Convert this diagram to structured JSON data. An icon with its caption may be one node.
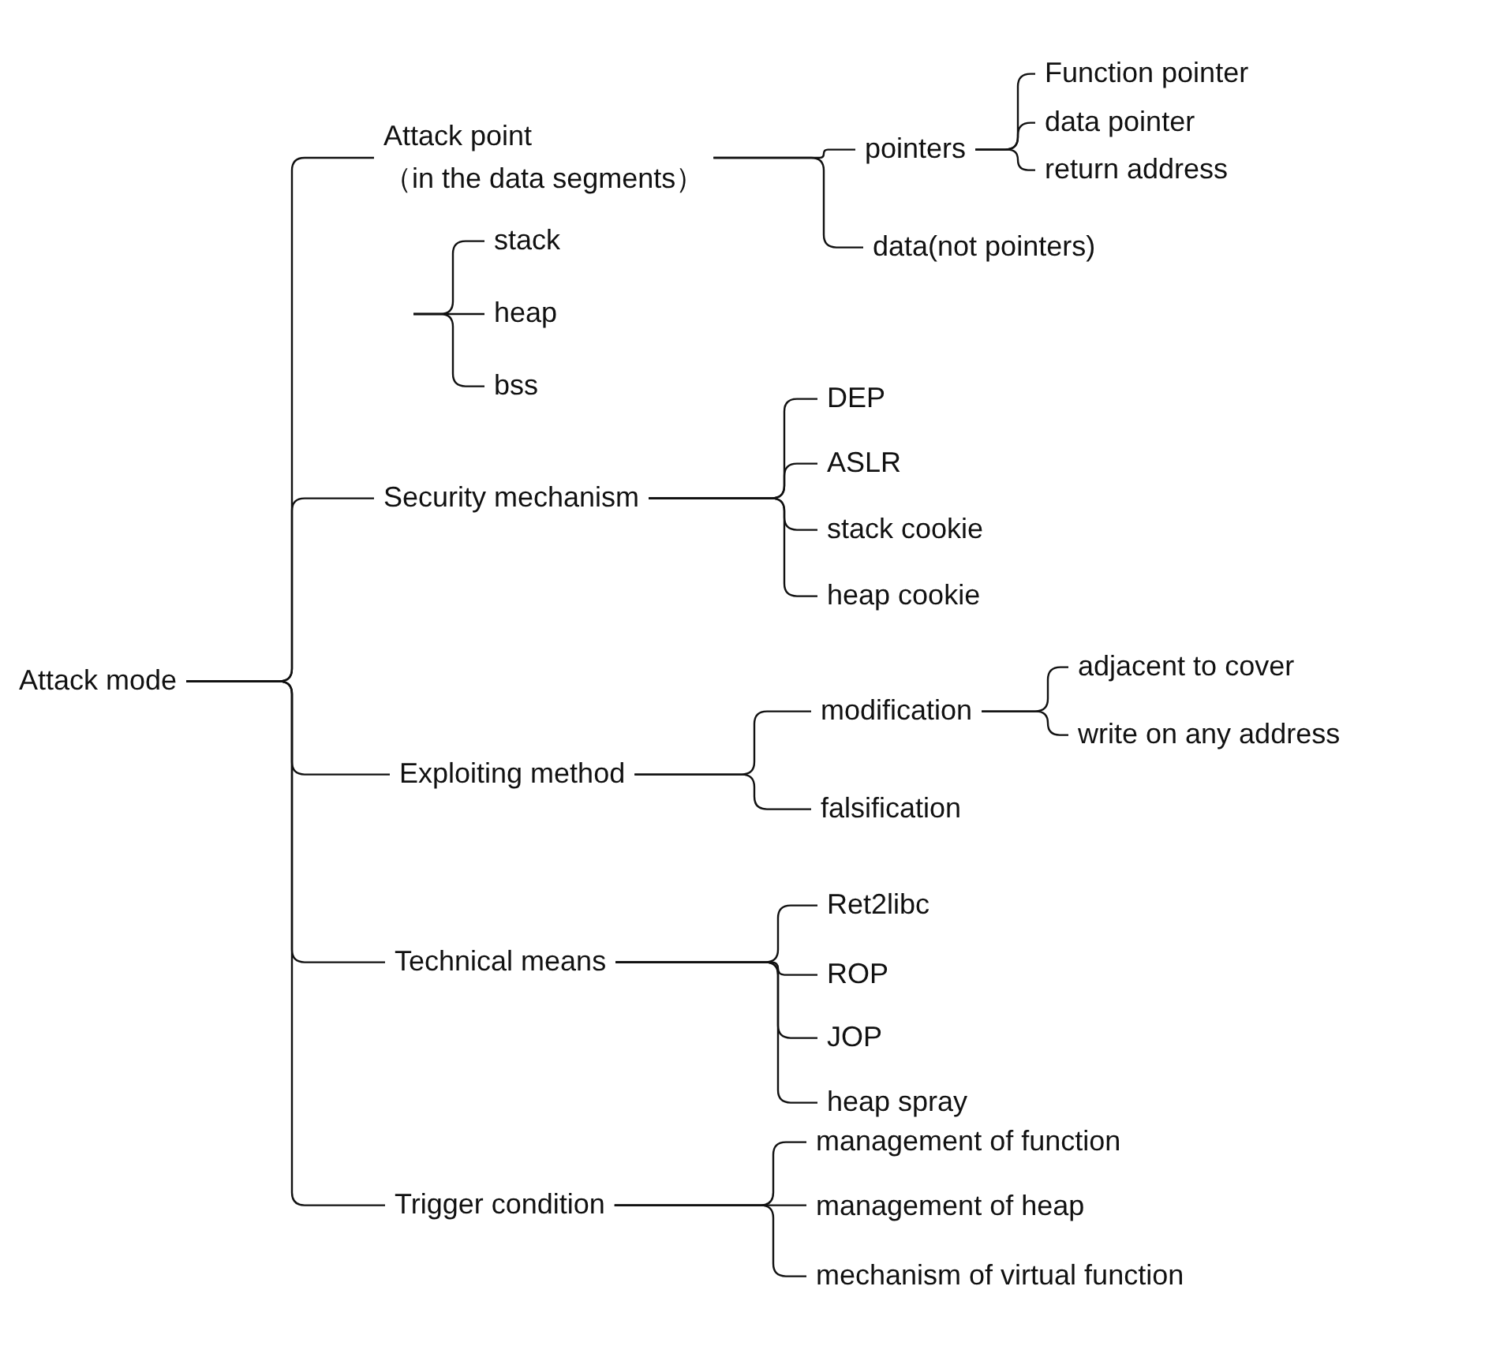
{
  "diagram": {
    "nodes": [
      {
        "text": [
          "Attack mode"
        ]
      },
      {
        "text": [
          "Attack point",
          "（in the data segments）"
        ]
      },
      {
        "text": [
          "pointers"
        ]
      },
      {
        "text": [
          "Function pointer"
        ]
      },
      {
        "text": [
          "data pointer"
        ]
      },
      {
        "text": [
          "return address"
        ]
      },
      {
        "text": [
          "data(not pointers)"
        ]
      },
      {
        "text": [
          "stack"
        ]
      },
      {
        "text": [
          "heap"
        ]
      },
      {
        "text": [
          "bss"
        ]
      },
      {
        "text": [
          "Security mechanism"
        ]
      },
      {
        "text": [
          "DEP"
        ]
      },
      {
        "text": [
          "ASLR"
        ]
      },
      {
        "text": [
          "stack cookie"
        ]
      },
      {
        "text": [
          "heap cookie"
        ]
      },
      {
        "text": [
          "Exploiting method"
        ]
      },
      {
        "text": [
          "modification"
        ]
      },
      {
        "text": [
          "adjacent to cover"
        ]
      },
      {
        "text": [
          "write on any address"
        ]
      },
      {
        "text": [
          "falsification"
        ]
      },
      {
        "text": [
          "Technical means"
        ]
      },
      {
        "text": [
          "Ret2libc"
        ]
      },
      {
        "text": [
          "ROP"
        ]
      },
      {
        "text": [
          "JOP"
        ]
      },
      {
        "text": [
          "heap spray"
        ]
      },
      {
        "text": [
          "Trigger condition"
        ]
      },
      {
        "text": [
          "management of function"
        ]
      },
      {
        "text": [
          "management of heap"
        ]
      },
      {
        "text": [
          "mechanism of virtual function"
        ]
      }
    ],
    "edges": [
      {
        "from": 0,
        "to": 1,
        "arrow": "none"
      },
      {
        "from": 0,
        "to": 10,
        "arrow": "none"
      },
      {
        "from": 0,
        "to": 15,
        "arrow": "none"
      },
      {
        "from": 0,
        "to": 20,
        "arrow": "none"
      },
      {
        "from": 0,
        "to": 25,
        "arrow": "none"
      },
      {
        "from": 1,
        "to": 2,
        "arrow": "none"
      },
      {
        "from": 1,
        "to": 6,
        "arrow": "none"
      },
      {
        "from": 2,
        "to": 3,
        "arrow": "none"
      },
      {
        "from": 2,
        "to": 4,
        "arrow": "none"
      },
      {
        "from": 2,
        "to": 5,
        "arrow": "none"
      },
      {
        "from": null,
        "to": 7,
        "arrow": "none"
      },
      {
        "from": null,
        "to": 8,
        "arrow": "none"
      },
      {
        "from": null,
        "to": 9,
        "arrow": "none"
      },
      {
        "from": 10,
        "to": 11,
        "arrow": "none"
      },
      {
        "from": 10,
        "to": 12,
        "arrow": "none"
      },
      {
        "from": 10,
        "to": 13,
        "arrow": "none"
      },
      {
        "from": 10,
        "to": 14,
        "arrow": "none"
      },
      {
        "from": 15,
        "to": 16,
        "arrow": "none"
      },
      {
        "from": 15,
        "to": 19,
        "arrow": "none"
      },
      {
        "from": 16,
        "to": 17,
        "arrow": "none"
      },
      {
        "from": 16,
        "to": 18,
        "arrow": "none"
      },
      {
        "from": 20,
        "to": 21,
        "arrow": "none"
      },
      {
        "from": 20,
        "to": 22,
        "arrow": "none"
      },
      {
        "from": 20,
        "to": 23,
        "arrow": "none"
      },
      {
        "from": 20,
        "to": 24,
        "arrow": "none"
      },
      {
        "from": 25,
        "to": 26,
        "arrow": "none"
      },
      {
        "from": 25,
        "to": 27,
        "arrow": "none"
      },
      {
        "from": 25,
        "to": 28,
        "arrow": "none"
      }
    ]
  }
}
